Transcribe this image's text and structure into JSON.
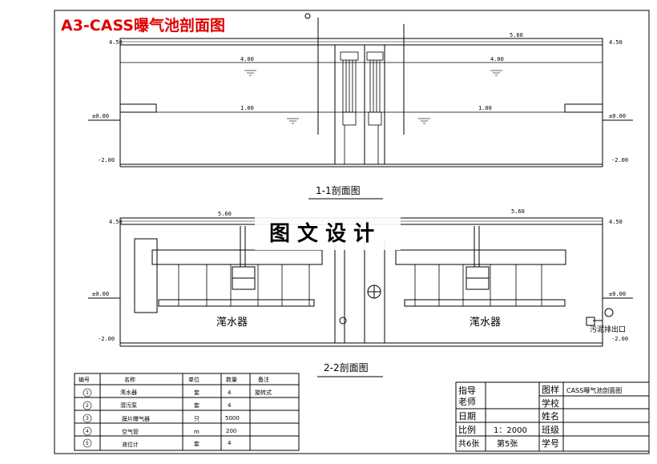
{
  "title": "A3-CASS曝气池剖面图",
  "watermark": "图 文 设 计",
  "section1": {
    "label": "1-1剖面图",
    "elev_top_left": "4.50",
    "elev_top_mid": "5.60",
    "elev_top_right": "4.50",
    "elev_water_high_left": "4.00",
    "elev_water_high_right": "4.00",
    "elev_water_low_left": "1.00",
    "elev_water_low_right": "1.00",
    "elev_ground_left": "±0.00",
    "elev_ground_right": "±0.00",
    "elev_bottom_left": "-2.00",
    "elev_bottom_right": "-2.00"
  },
  "section2": {
    "label": "2-2剖面图",
    "elev_top_left": "4.50",
    "elev_top_mid_left": "5.60",
    "elev_top_mid_right": "5.60",
    "elev_top_right": "4.50",
    "elev_ground_left": "±0.00",
    "elev_ground_right": "±0.00",
    "elev_bottom_left": "-2.00",
    "elev_bottom_right": "-2.00",
    "decanter_left": "滗水器",
    "decanter_right": "滗水器",
    "sludge_outlet": "污泥排出口"
  },
  "equipment_table": {
    "headers": [
      "编号",
      "名称",
      "单位",
      "数量",
      "备注"
    ],
    "rows": [
      {
        "no": "1",
        "name": "滗水器",
        "unit": "套",
        "qty": "4",
        "note": "旋转式"
      },
      {
        "no": "2",
        "name": "潜污泵",
        "unit": "套",
        "qty": "4",
        "note": ""
      },
      {
        "no": "3",
        "name": "膜片曝气器",
        "unit": "只",
        "qty": "5000",
        "note": ""
      },
      {
        "no": "4",
        "name": "空气管",
        "unit": "m",
        "qty": "200",
        "note": ""
      },
      {
        "no": "5",
        "name": "液位计",
        "unit": "套",
        "qty": "4",
        "note": ""
      }
    ]
  },
  "title_block": {
    "advisor_label": "指导",
    "advisor_label2": "老师",
    "drawing_label": "图样",
    "drawing_value": "CASS曝气池剖面图",
    "school_label": "学校",
    "date_label": "日期",
    "name_label": "姓名",
    "scale_label": "比例",
    "scale_value": "1：2000",
    "class_label": "班级",
    "sheets_total": "共6张",
    "sheet_no": "第5张",
    "student_no_label": "学号"
  }
}
